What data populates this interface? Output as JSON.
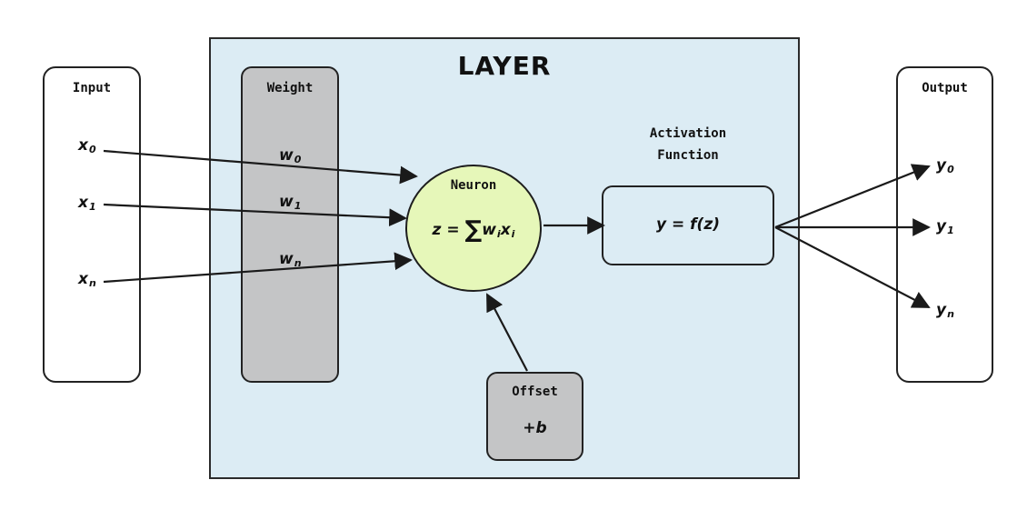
{
  "layer": {
    "title": "LAYER"
  },
  "input": {
    "label": "Input",
    "items": [
      {
        "symbol": "x",
        "sub": "0"
      },
      {
        "symbol": "x",
        "sub": "1"
      },
      {
        "symbol": "x",
        "sub": "n"
      }
    ]
  },
  "weight": {
    "label": "Weight",
    "items": [
      {
        "symbol": "w",
        "sub": "0"
      },
      {
        "symbol": "w",
        "sub": "1"
      },
      {
        "symbol": "w",
        "sub": "n"
      }
    ]
  },
  "neuron": {
    "label": "Neuron",
    "formula_prefix": "z = ",
    "sum_symbol": "∑",
    "term_w": "w",
    "term_w_sub": "i",
    "term_x": "x",
    "term_x_sub": "i"
  },
  "activation": {
    "title_line1": "Activation",
    "title_line2": "Function",
    "formula": "y = f(z)"
  },
  "offset": {
    "label": "Offset",
    "value": "+b"
  },
  "output": {
    "label": "Output",
    "items": [
      {
        "symbol": "y",
        "sub": "0"
      },
      {
        "symbol": "y",
        "sub": "1"
      },
      {
        "symbol": "y",
        "sub": "n"
      }
    ]
  }
}
